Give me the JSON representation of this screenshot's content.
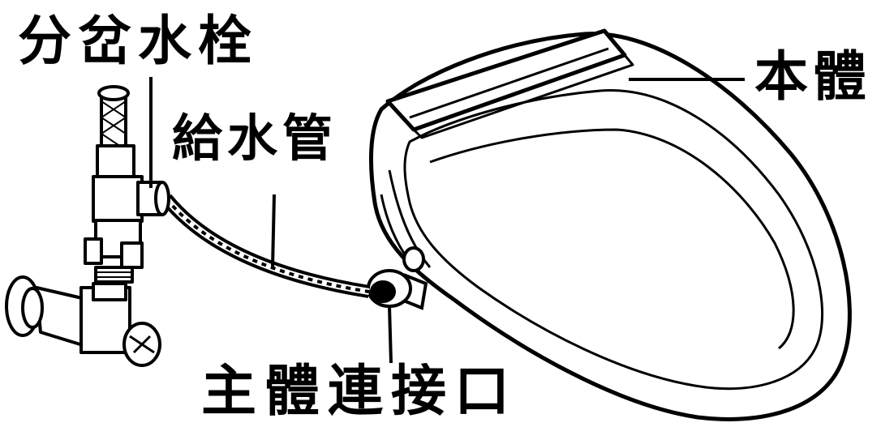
{
  "labels": {
    "branch_valve": "分岔水栓",
    "water_hose": "給水管",
    "main_body": "本體",
    "body_connector": "主體連接口"
  },
  "colors": {
    "line": "#000000",
    "background": "#ffffff"
  }
}
